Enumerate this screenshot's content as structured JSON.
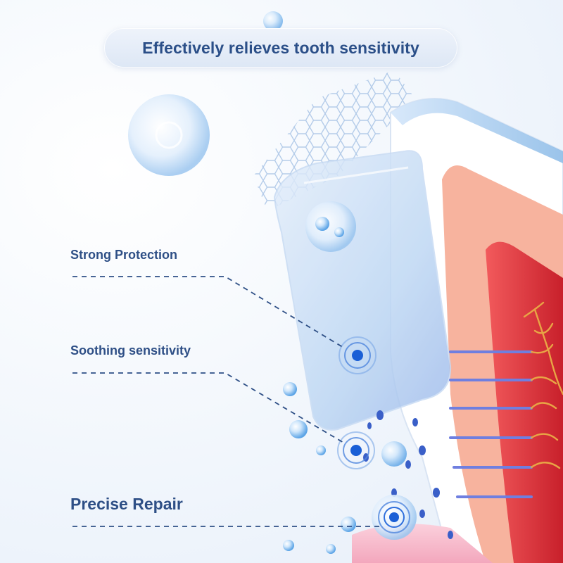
{
  "title": "Effectively relieves tooth sensitivity",
  "callouts": [
    {
      "label": "Strong Protection"
    },
    {
      "label": "Soothing sensitivity"
    },
    {
      "label": "Precise Repair"
    }
  ],
  "colors": {
    "text": "#2e4f86",
    "enamel_coat": "#9fc3ec",
    "dentin": "#f7b39e",
    "pulp": "#e83a3f",
    "nerve": "#e8a545",
    "marker": "#1a5fd6",
    "tubule": "#6f7fe0"
  },
  "icons": [
    "water-droplet",
    "hexagon-mesh",
    "target-marker",
    "nerve-fibers"
  ]
}
